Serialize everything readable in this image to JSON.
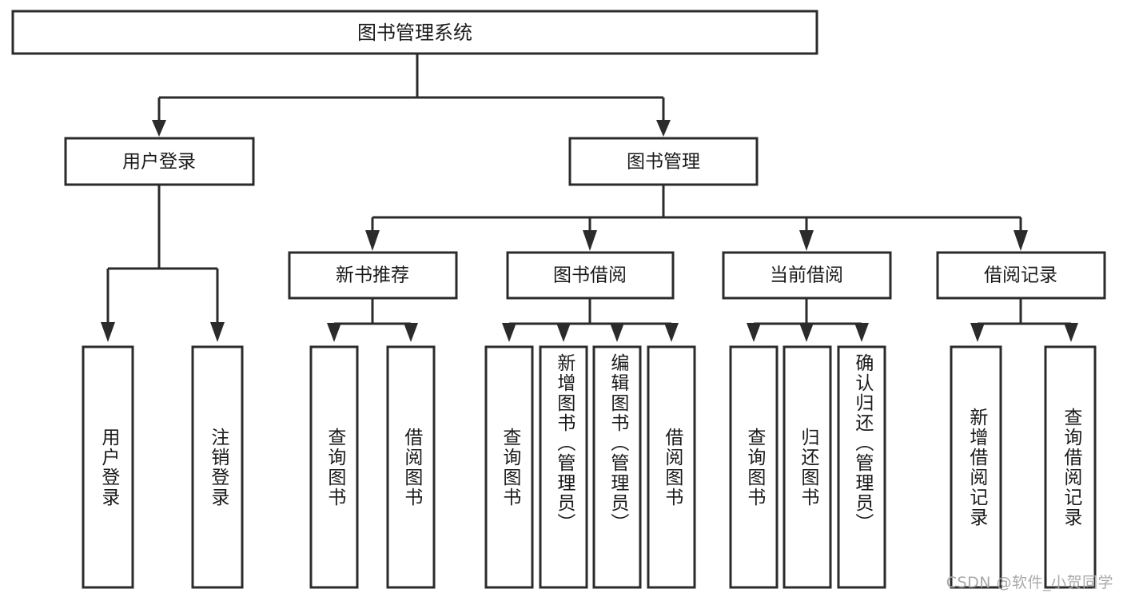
{
  "diagram": {
    "type": "tree",
    "title": "图书管理系统",
    "root": {
      "id": "root",
      "label": "图书管理系统",
      "orientation": "horizontal"
    },
    "level1": [
      {
        "id": "user-login",
        "label": "用户登录",
        "orientation": "horizontal"
      },
      {
        "id": "book-manage",
        "label": "图书管理",
        "orientation": "horizontal"
      }
    ],
    "level2": [
      {
        "id": "new-book-recommend",
        "label": "新书推荐",
        "parent": "book-manage",
        "orientation": "horizontal"
      },
      {
        "id": "book-borrow",
        "label": "图书借阅",
        "parent": "book-manage",
        "orientation": "horizontal"
      },
      {
        "id": "current-borrow",
        "label": "当前借阅",
        "parent": "book-manage",
        "orientation": "horizontal"
      },
      {
        "id": "borrow-record",
        "label": "借阅记录",
        "parent": "book-manage",
        "orientation": "horizontal"
      }
    ],
    "leaves": [
      {
        "id": "leaf-user-login",
        "label": "用户登录",
        "parent": "user-login",
        "orientation": "vertical"
      },
      {
        "id": "leaf-logout-login",
        "label": "注销登录",
        "parent": "user-login",
        "orientation": "vertical"
      },
      {
        "id": "leaf-query-book-rec",
        "label": "查询图书",
        "parent": "new-book-recommend",
        "orientation": "vertical"
      },
      {
        "id": "leaf-borrow-book-rec",
        "label": "借阅图书",
        "parent": "new-book-recommend",
        "orientation": "vertical"
      },
      {
        "id": "leaf-query-book-borrow",
        "label": "查询图书",
        "parent": "book-borrow",
        "orientation": "vertical"
      },
      {
        "id": "leaf-add-book",
        "label": "新增图书（管理员）",
        "parent": "book-borrow",
        "orientation": "vertical"
      },
      {
        "id": "leaf-edit-book",
        "label": "编辑图书（管理员）",
        "parent": "book-borrow",
        "orientation": "vertical"
      },
      {
        "id": "leaf-borrow-book",
        "label": "借阅图书",
        "parent": "book-borrow",
        "orientation": "vertical"
      },
      {
        "id": "leaf-query-book-current",
        "label": "查询图书",
        "parent": "current-borrow",
        "orientation": "vertical"
      },
      {
        "id": "leaf-return-book",
        "label": "归还图书",
        "parent": "current-borrow",
        "orientation": "vertical"
      },
      {
        "id": "leaf-confirm-return",
        "label": "确认归还（管理员）",
        "parent": "current-borrow",
        "orientation": "vertical"
      },
      {
        "id": "leaf-add-borrow-record",
        "label": "新增借阅记录",
        "parent": "borrow-record",
        "orientation": "vertical"
      },
      {
        "id": "leaf-query-borrow-record",
        "label": "查询借阅记录",
        "parent": "borrow-record",
        "orientation": "vertical"
      }
    ],
    "colors": {
      "box_fill": "#ffffff",
      "box_stroke": "#2b2b2b",
      "connector": "#2b2b2b",
      "text": "#1a1a1a",
      "background": "#ffffff",
      "watermark": "#a9a9a9"
    }
  },
  "watermark": {
    "text": "CSDN @软件_小贺同学"
  }
}
